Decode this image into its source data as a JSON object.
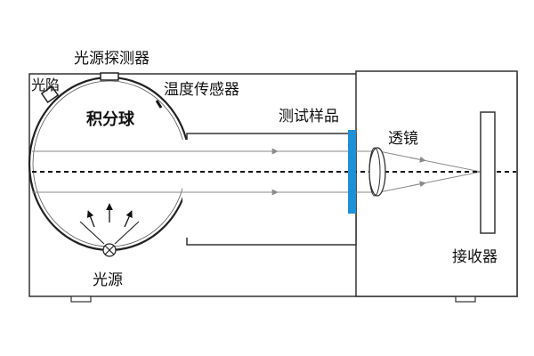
{
  "labels": {
    "light_trap": "光陷",
    "light_detector": "光源探测器",
    "temperature_sensor": "温度传感器",
    "integrating_sphere": "积分球",
    "test_sample": "测试样品",
    "lens": "透镜",
    "light_source": "光源",
    "receiver": "接收器"
  },
  "colors": {
    "outline": "#333333",
    "sample": "#1e90d6",
    "ray": "#8a8a8a",
    "axis": "#111111",
    "background": "#ffffff"
  }
}
